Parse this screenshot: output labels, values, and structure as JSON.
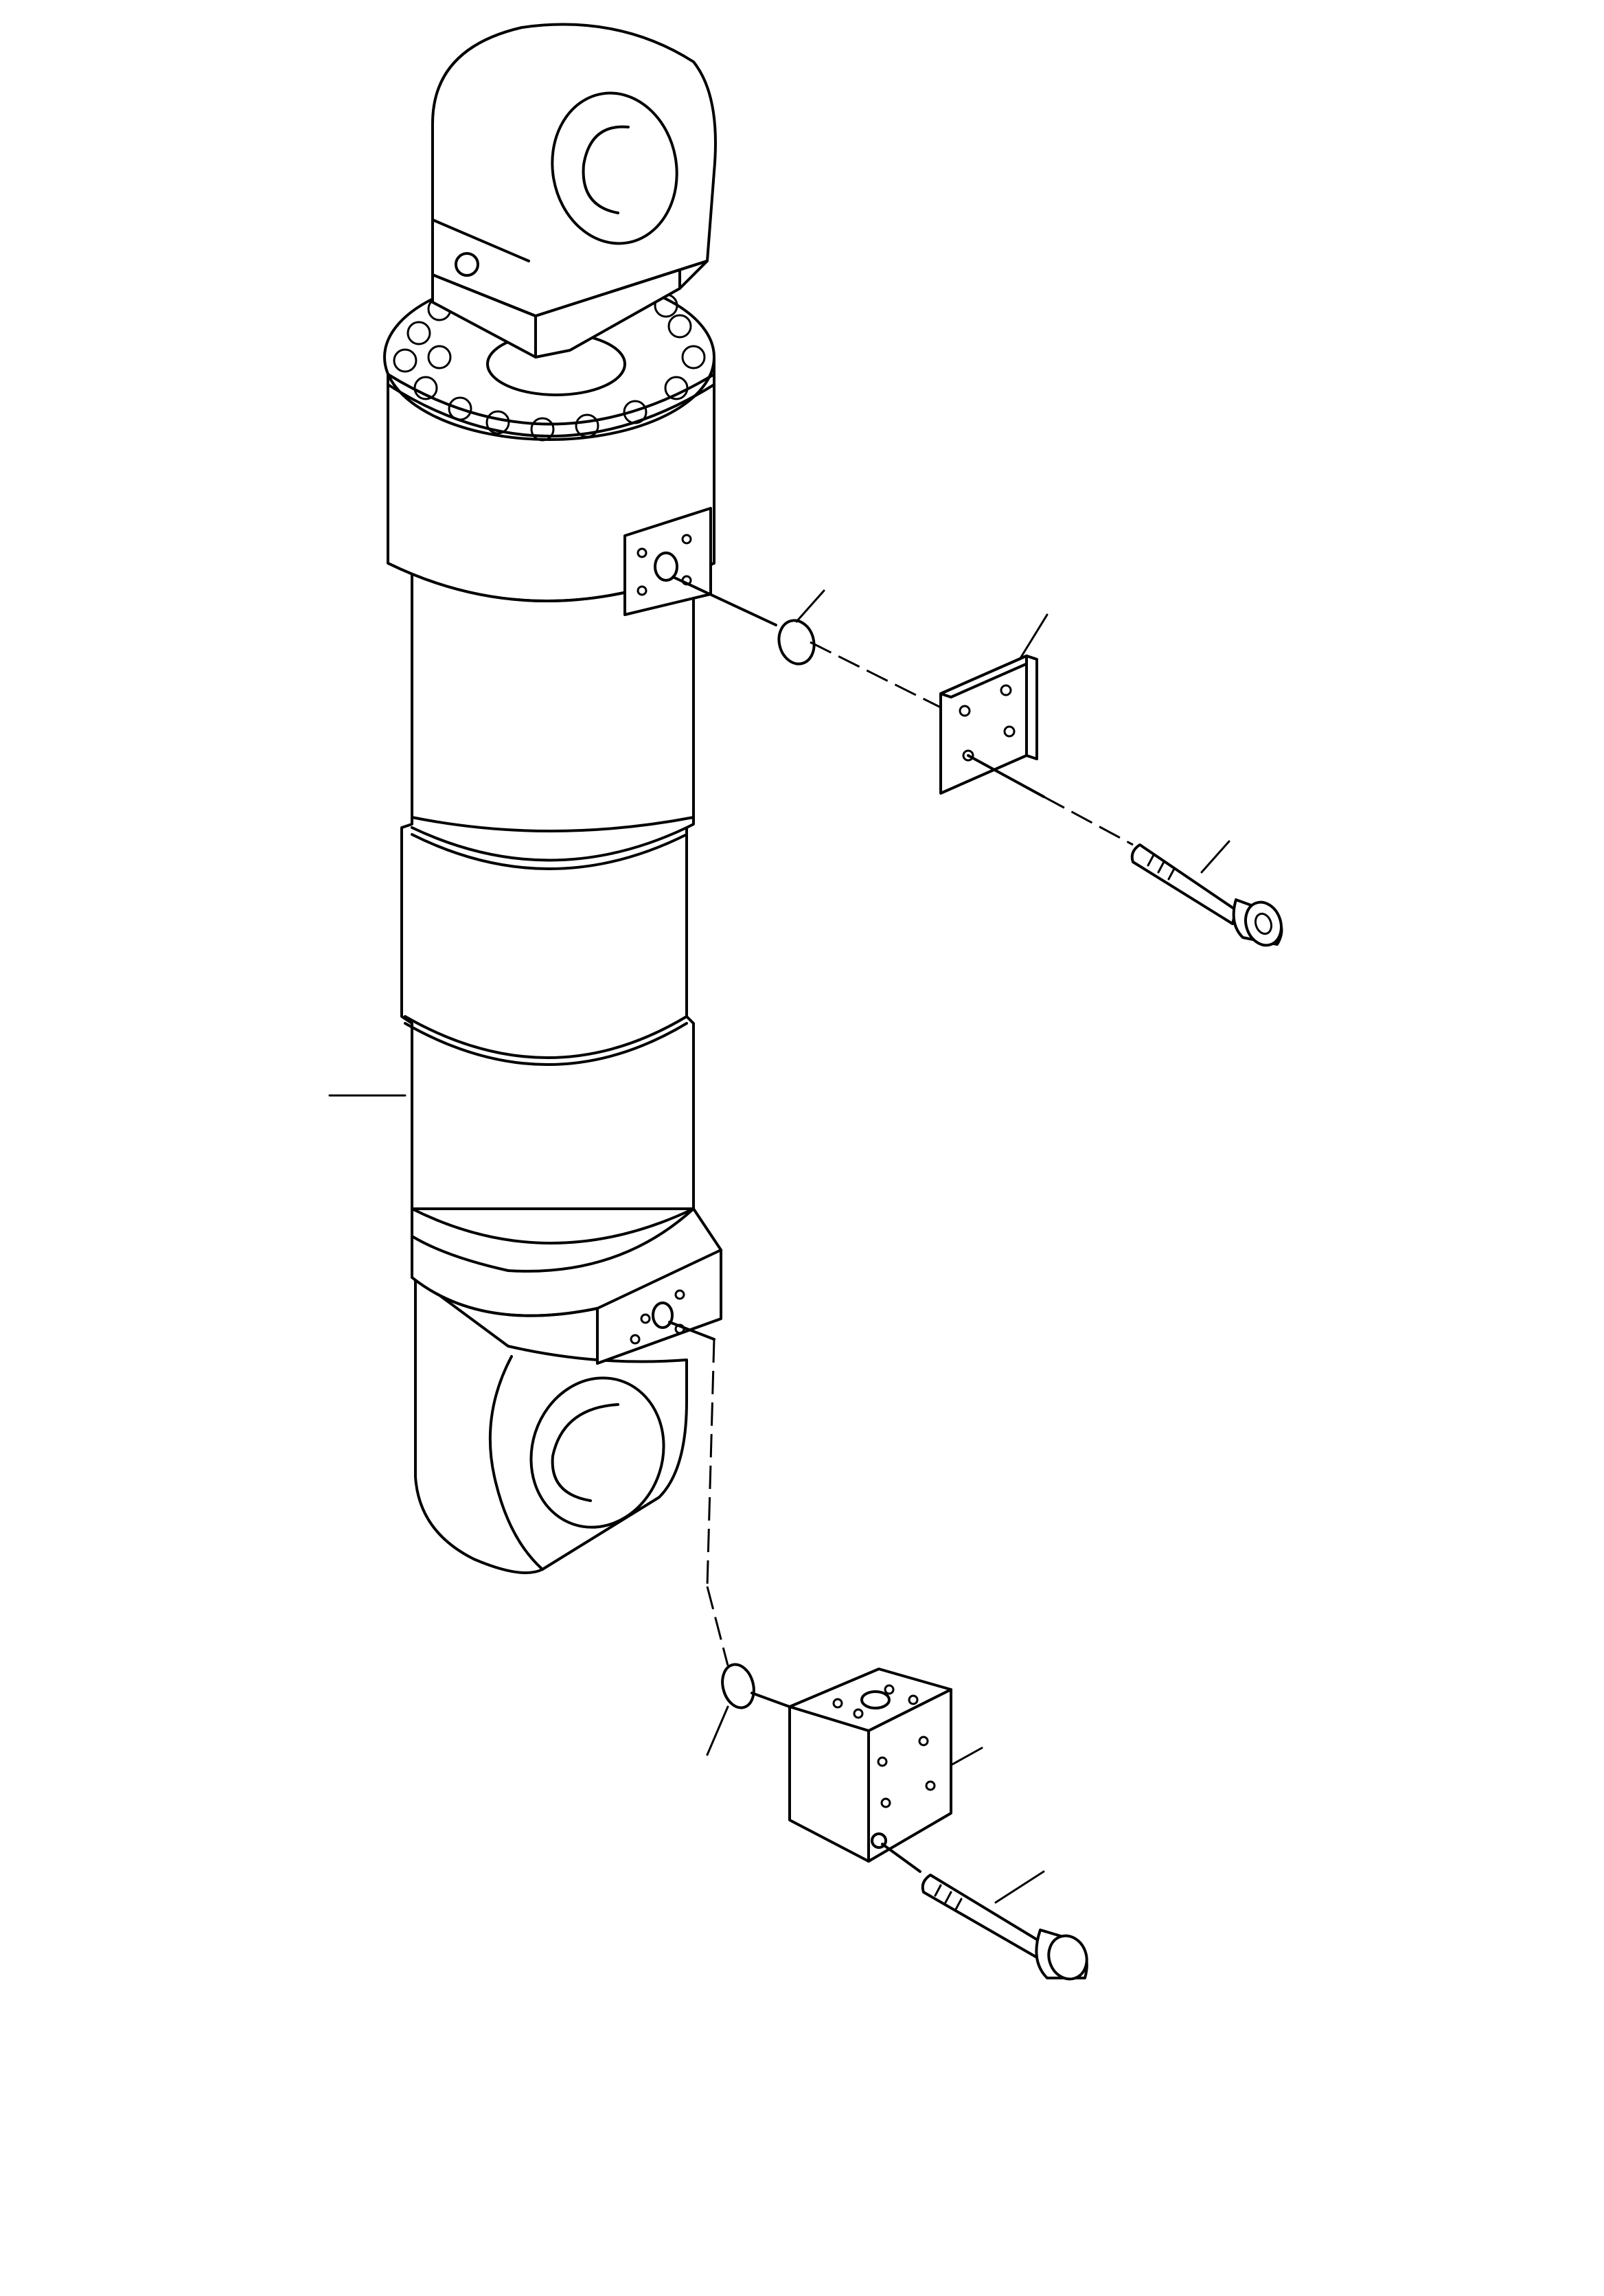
{
  "diagram": {
    "kind": "exploded parts illustration (no printed text)",
    "colors": {
      "ink": "#000000",
      "paper": "#ffffff"
    },
    "parts": [
      {
        "id": "cylinder-assembly",
        "icon": "hydraulic-cylinder-icon"
      },
      {
        "id": "o-ring-upper",
        "icon": "o-ring-icon"
      },
      {
        "id": "cover-plate",
        "icon": "flange-plate-icon"
      },
      {
        "id": "bolt-upper",
        "icon": "socket-head-bolt-icon"
      },
      {
        "id": "o-ring-lower",
        "icon": "o-ring-icon"
      },
      {
        "id": "valve-block",
        "icon": "valve-block-icon"
      },
      {
        "id": "bolt-lower",
        "icon": "hex-bolt-icon"
      }
    ]
  }
}
